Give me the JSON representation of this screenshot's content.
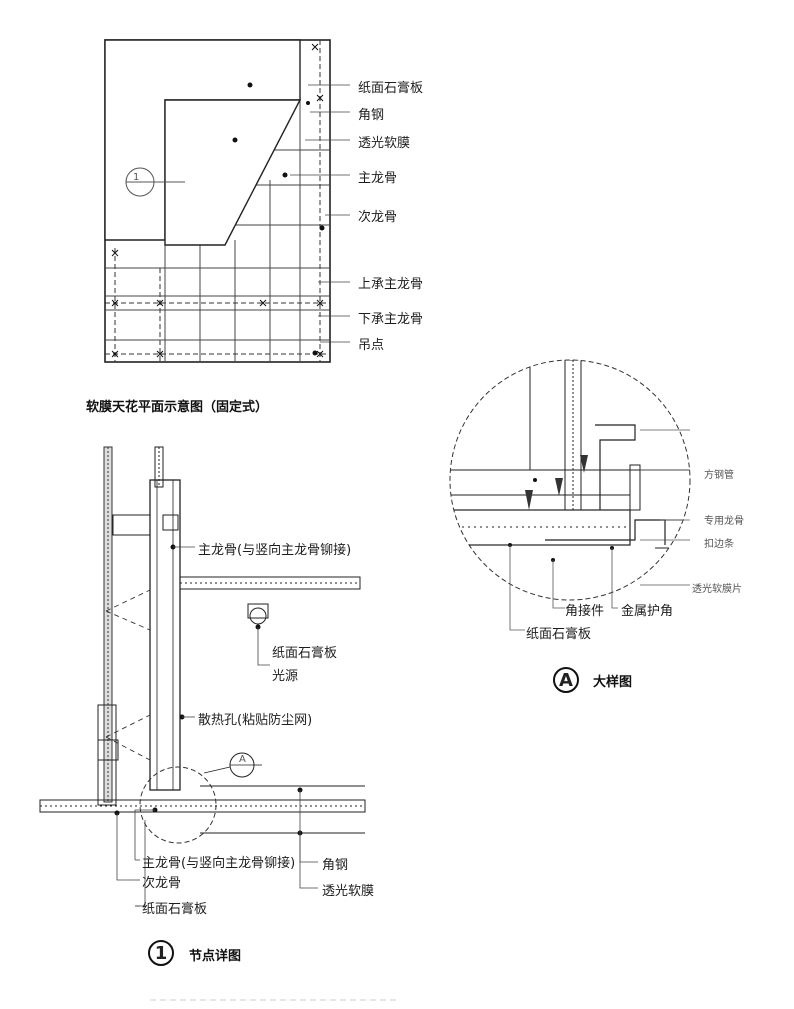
{
  "plan": {
    "caption": "软膜天花平面示意图（固定式）",
    "section_marker": "1",
    "labels": [
      "纸面石膏板",
      "角钢",
      "透光软膜",
      "主龙骨",
      "次龙骨",
      "上承主龙骨",
      "下承主龙骨",
      "吊点"
    ]
  },
  "node": {
    "caption": "节点详图",
    "number": "1",
    "detail_ref": "A",
    "labels_right": [
      "主龙骨(与竖向主龙骨铆接)",
      "纸面石膏板",
      "光源",
      "散热孔(粘贴防尘网)"
    ],
    "labels_bottom": [
      "主龙骨(与竖向主龙骨铆接)",
      "次龙骨",
      "纸面石膏板"
    ],
    "labels_bottom_right": [
      "角钢",
      "透光软膜"
    ]
  },
  "detail": {
    "caption": "大样图",
    "letter": "A",
    "labels_right": [
      "方钢管",
      "专用龙骨",
      "扣边条",
      "透光软膜片"
    ],
    "labels_bottom": [
      "角接件",
      "金属护角",
      "纸面石膏板"
    ]
  }
}
